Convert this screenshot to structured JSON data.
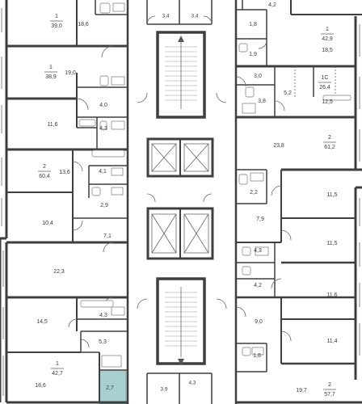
{
  "colors": {
    "wall": "#3f3f3f",
    "background": "#ffffff",
    "highlight": "#a8d0cf"
  },
  "rooms": {
    "r_18_6_top": "18,6",
    "r_19_0": "19,0",
    "r_4_0": "4,0",
    "r_11_6_left": "11,6",
    "r_4_3_left_top": "4,3",
    "r_13_6": "13,6",
    "r_4_1": "4,1",
    "r_2_9": "2,9",
    "r_10_4": "10,4",
    "r_7_1": "7,1",
    "r_22_3": "22,3",
    "r_14_5": "14,5",
    "r_4_3_left_bottom": "4,3",
    "r_5_3": "5,3",
    "r_18_6_bottom": "18,6",
    "r_2_7": "2,7",
    "r_3_4_a": "3,4",
    "r_3_4_b": "3,4",
    "r_3_9": "3,9",
    "r_4_3_center": "4,3",
    "r_4_2_top": "4,2",
    "r_1_8_top": "1,8",
    "r_18_5": "18,5",
    "r_1_9": "1,9",
    "r_3_0": "3,0",
    "r_5_2": "5,2",
    "r_3_8": "3,8",
    "r_12_5": "12,5",
    "r_23_8": "23,8",
    "r_2_2": "2,2",
    "r_11_5_a": "11,5",
    "r_7_9": "7,9",
    "r_11_5_b": "11,5",
    "r_4_3_right": "4,3",
    "r_4_2_right": "4,2",
    "r_11_6_right": "11,6",
    "r_9_0": "9,0",
    "r_11_4": "11,4",
    "r_1_8_bottom": "1,8",
    "r_19_7": "19,7"
  },
  "apartments": [
    {
      "id": "apt-top-left",
      "rooms": "1",
      "area": "39,0"
    },
    {
      "id": "apt-left-2",
      "rooms": "1",
      "area": "38,9"
    },
    {
      "id": "apt-left-3",
      "rooms": "2",
      "area": "60,4"
    },
    {
      "id": "apt-left-bottom",
      "rooms": "1",
      "area": "42,7"
    },
    {
      "id": "apt-right-top",
      "rooms": "1",
      "area": "42,9"
    },
    {
      "id": "apt-right-studio",
      "rooms": "1С",
      "area": "26,4"
    },
    {
      "id": "apt-right-middle",
      "rooms": "2",
      "area": "61,2"
    },
    {
      "id": "apt-right-bottom",
      "rooms": "2",
      "area": "57,7"
    }
  ]
}
